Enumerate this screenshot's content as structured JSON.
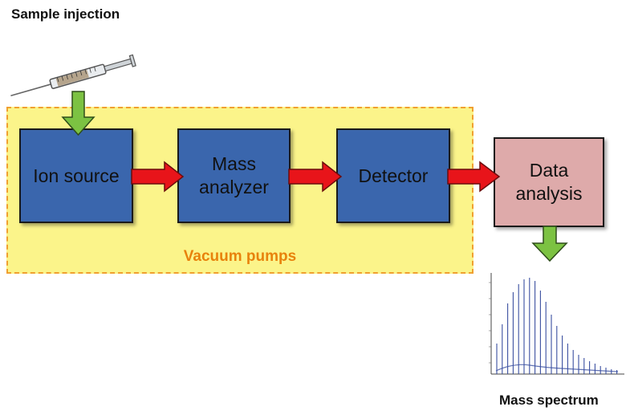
{
  "labels": {
    "sample_injection": "Sample injection",
    "vacuum_pumps": "Vacuum pumps",
    "mass_spectrum": "Mass spectrum"
  },
  "blocks": {
    "ion_source": "Ion source",
    "mass_analyzer_line1": "Mass",
    "mass_analyzer_line2": "analyzer",
    "detector": "Detector",
    "data_analysis_line1": "Data",
    "data_analysis_line2": "analysis"
  },
  "colors": {
    "block_blue": "#3a66ad",
    "block_pink": "#deaaaa",
    "vacuum_fill": "#fbf48a",
    "vacuum_border": "#f0a030",
    "vacuum_text": "#e8820c",
    "arrow_red": "#e8141a",
    "arrow_green": "#7cc242",
    "spectrum_line": "#3a4fa0"
  },
  "icons": {
    "syringe": "syringe-icon",
    "spectrum": "mass-spectrum-thumbnail"
  }
}
